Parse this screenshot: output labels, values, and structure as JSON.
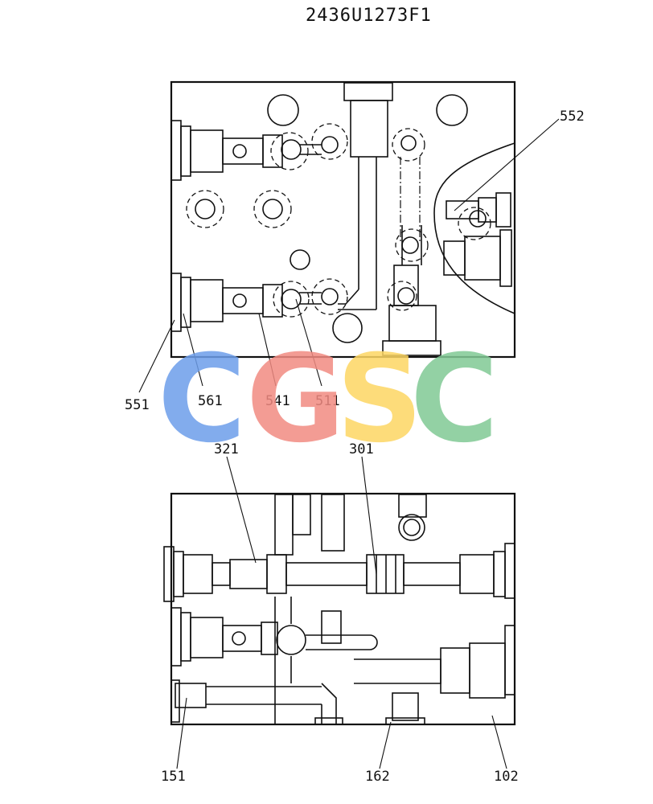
{
  "drawing_number": "2436U1273F1",
  "top_view": {
    "labels": [
      {
        "id": "label-552",
        "text": "552"
      },
      {
        "id": "label-551",
        "text": "551"
      },
      {
        "id": "label-561",
        "text": "561"
      },
      {
        "id": "label-541",
        "text": "541"
      },
      {
        "id": "label-511",
        "text": "511"
      }
    ]
  },
  "bottom_view": {
    "labels": [
      {
        "id": "label-321",
        "text": "321"
      },
      {
        "id": "label-301",
        "text": "301"
      },
      {
        "id": "label-151",
        "text": "151"
      },
      {
        "id": "label-162",
        "text": "162"
      },
      {
        "id": "label-102",
        "text": "102"
      }
    ]
  },
  "watermark": {
    "letters": [
      "C",
      "G",
      "S",
      "C"
    ],
    "colors": [
      "#6d9eeb",
      "#f28b82",
      "#fdd663",
      "#81c995"
    ]
  }
}
